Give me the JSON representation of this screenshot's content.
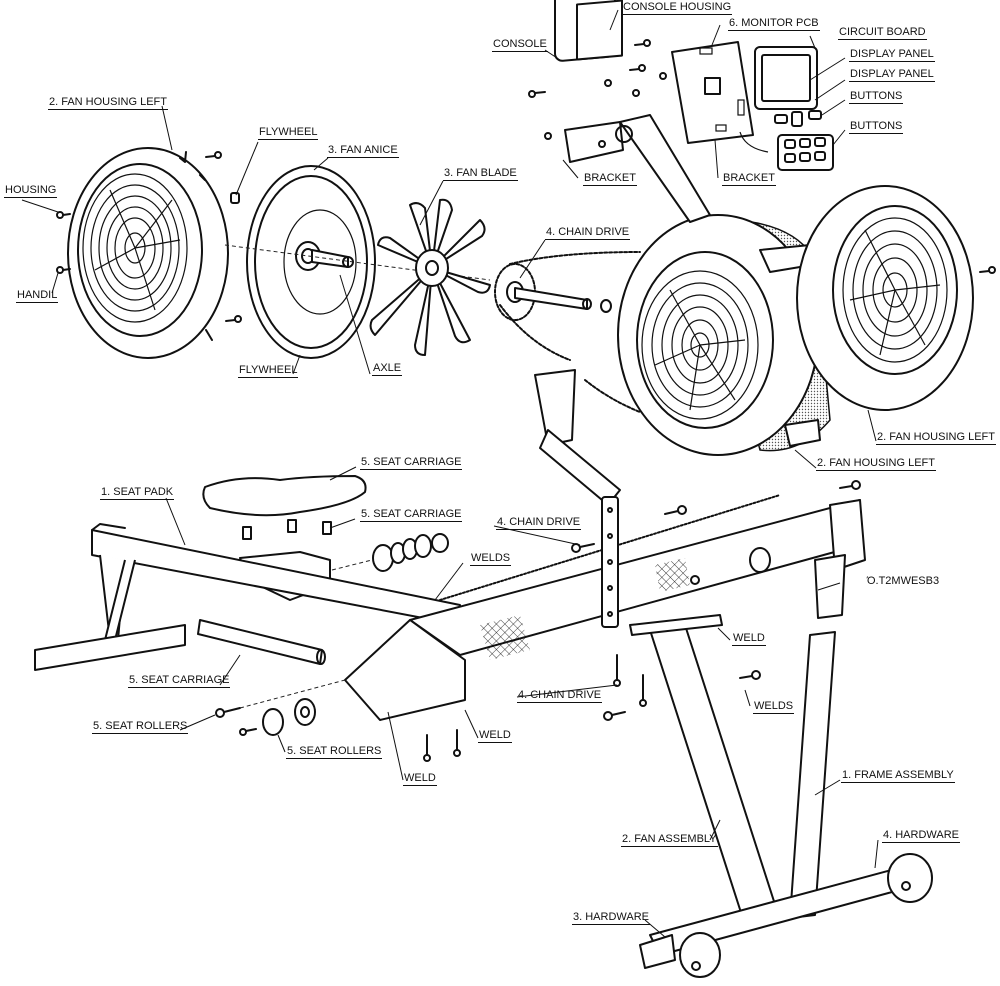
{
  "diagram": {
    "type": "exploded-parts-diagram",
    "subject": "rowing machine",
    "style": "black line art on white",
    "colors": {
      "line": "#111111",
      "background": "#ffffff"
    }
  },
  "labels": {
    "console_housing": "CONSOLE HOUSING",
    "console": "CONSOLE",
    "monitor_pcb": "6. MONITOR PCB",
    "circuit_board": "CIRCUIT BOARD",
    "display_panel_1": "DISPLAY PANEL",
    "display_panel_2": "DISPLAY PANEL",
    "buttons_1": "BUTTONS",
    "buttons_2": "BUTTONS",
    "bracket_1": "BRACKET",
    "bracket_2": "BRACKET",
    "fan_housing_left_top": "2. FAN HOUSING LEFT",
    "flywheel_top": "FLYWHEEL",
    "fan_anice": "3. FAN ANICE",
    "fan_blade": "3. FAN BLADE",
    "housing": "HOUSING",
    "handil": "HANDIL",
    "flywheel_bottom": "FLYWHEEL",
    "axle": "AXLE",
    "chain_drive_top": "4. CHAIN DRIVE",
    "fan_housing_left_right": "2. FAN HOUSING LEFT",
    "fan_housing_left_mid": "2. FAN HOUSING LEFT",
    "seat_carriage_top": "5. SEAT CARRIAGE",
    "seat_padk": "1. SEAT PADK",
    "seat_carriage_mid": "5. SEAT CARRIAGE",
    "chain_drive_mid": "4. CHAIN DRIVE",
    "welds_left": "WELDS",
    "garbled_right": "Ό.Τ2ΜWESB3",
    "weld_mid": "WELD",
    "seat_carriage_rail": "5. SEAT CARRIAGE",
    "chain_drive_low": "4. CHAIN DRIVE",
    "welds_right": "WELDS",
    "seat_rollers_1": "5. SEAT ROLLERS",
    "seat_rollers_2": "5. SEAT ROLLERS",
    "weld_low": "WELD",
    "weld_bottom": "WELD",
    "frame_assembly": "1. FRAME ASSEMBLY",
    "fan_assembly": "2. FAN ASSEMBLY",
    "hardware_4": "4. HARDWARE",
    "hardware_3": "3. HARDWARE"
  }
}
